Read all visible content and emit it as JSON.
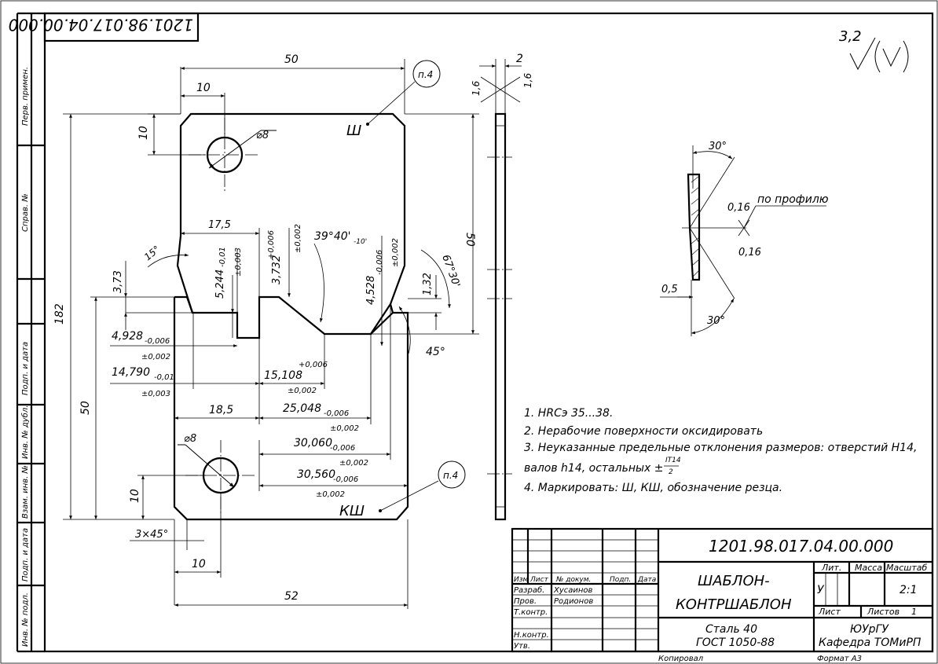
{
  "drawing": {
    "doc_number": "1201.98.017.04.00.000",
    "doc_number_rotated": "1201.98.017.04.00.000",
    "roughness_value": "3,2",
    "title_line1": "ШАБЛОН-",
    "title_line2": "КОНТРШАБЛОН",
    "material_line1": "Сталь 40",
    "material_line2": "ГОСТ 1050-88",
    "organization_line1": "ЮУрГУ",
    "organization_line2": "Кафедра ТОМиРП",
    "copied": "Копировал",
    "format": "Формат   А3"
  },
  "side_stamp": [
    "Перв. примен.",
    "Справ. №",
    "Подп. и дата",
    "Инв. № дубл.",
    "Взам. инв. №",
    "Подп. и дата",
    "Инв. № подл."
  ],
  "title_block": {
    "col_izm": "Изм",
    "col_list": "Лист",
    "col_docnum": "№ докум.",
    "col_sign": "Подп.",
    "col_date": "Дата",
    "role_razrab": "Разраб.",
    "name_razrab": "Хусаинов",
    "role_prov": "Пров.",
    "name_prov": "Родионов",
    "role_tkontr": "Т.контр.",
    "role_nkontr": "Н.контр.",
    "role_utv": "Утв.",
    "hdr_lit": "Лит.",
    "hdr_massa": "Масса",
    "hdr_masshtab": "Масштаб",
    "lit_value": "У",
    "scale_value": "2:1",
    "sheet_label": "Лист",
    "sheets_label": "Листов",
    "sheets_value": "1"
  },
  "notes": [
    "1. HRCэ 35...38.",
    "2. Нерабочие поверхности оксидировать",
    "3. Неуказанные предельные отклонения размеров: отверстий Н14,",
    "валов h14, остальных ±",
    "4. Маркировать: Ш, КШ, обозначение резца."
  ],
  "note3_fraction_top": "IT14",
  "note3_fraction_bottom": "2",
  "labels": {
    "mark_top": "Ш",
    "mark_bottom": "КШ",
    "callout_top": "п.4",
    "callout_bottom": "п.4",
    "profile_label": "по профилю"
  },
  "dims": {
    "d50_top": "50",
    "d10_top": "10",
    "d10_left": "10",
    "dia8_top": "⌀8",
    "d17_5": "17,5",
    "d15deg": "15°",
    "d3_73": "3,73",
    "d5_244": "5,244",
    "d5_244_tol": "-0,01",
    "d5_244_pm": "±0,003",
    "d3_732": "3,732",
    "d3_732_tol": "+0,006",
    "d3_732_pm": "±0,002",
    "d39deg": "39°40'",
    "d39deg_tol": "-10'",
    "d4_528": "4,528",
    "d4_528_tol": "-0,006",
    "d4_528_pm": "±0,002",
    "d67deg": "67°30'",
    "d1_32": "1,32",
    "d45deg": "45°",
    "d50_right": "50",
    "d182": "182",
    "d4_928": "4,928",
    "d4_928_tol": "-0,006",
    "d4_928_pm": "±0,002",
    "d14_790": "14,790",
    "d14_790_tol": "-0,01",
    "d14_790_pm": "±0,003",
    "d15_108": "15,108",
    "d15_108_tol": "+0,006",
    "d15_108_pm": "±0,002",
    "d18_5": "18,5",
    "d25_048": "25,048",
    "d25_048_tol": "-0,006",
    "d25_048_pm": "±0,002",
    "d30_060": "30,060",
    "d30_060_tol": "-0,006",
    "d30_060_pm": "±0,002",
    "d30_560": "30,560",
    "d30_560_tol": "-0,006",
    "d30_560_pm": "±0,002",
    "d50_left": "50",
    "dia8_bottom": "⌀8",
    "d10_bottom_left": "10",
    "d3x45": "3×45°",
    "d10_bottom": "10",
    "d52": "52",
    "side_2": "2",
    "side_1_6a": "1,6",
    "side_1_6b": "1,6",
    "cut_30a": "30°",
    "cut_30b": "30°",
    "cut_0_16a": "0,16",
    "cut_0_16b": "0,16",
    "cut_0_5": "0,5"
  }
}
